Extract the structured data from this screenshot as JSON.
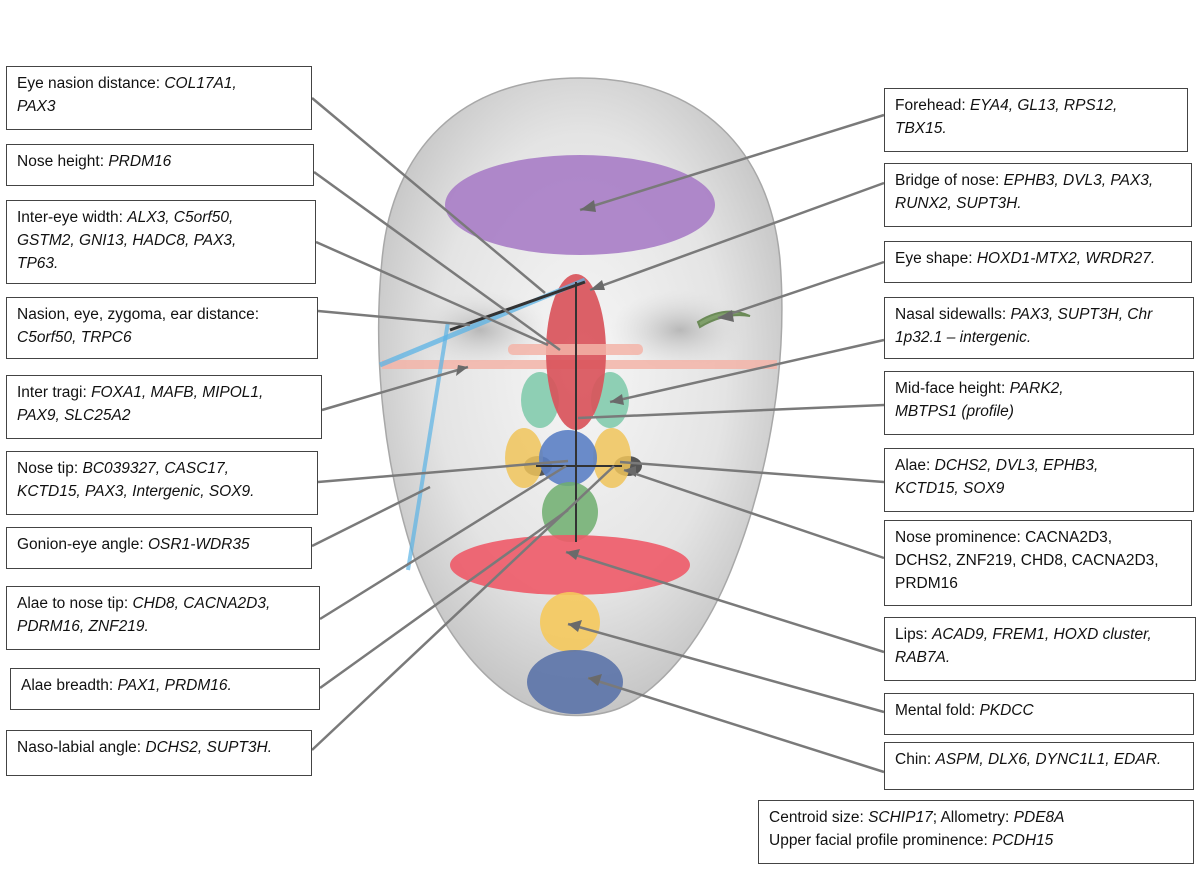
{
  "labels": {
    "eye_nasion": {
      "name": "Eye nasion distance: ",
      "genes": "COL17A1,",
      "genes2": "PAX3"
    },
    "nose_height": {
      "name": "Nose height: ",
      "genes": "PRDM16"
    },
    "inter_eye": {
      "name": "Inter-eye width: ",
      "genes": "ALX3, C5orf50,",
      "genes2": "GSTM2, GNI13, HADC8, PAX3,",
      "genes3": "TP63."
    },
    "nasion_eye_zyg": {
      "name": "Nasion, eye, zygoma, ear distance:",
      "genes": "C5orf50, TRPC6"
    },
    "inter_tragi": {
      "name": "Inter tragi: ",
      "genes": "FOXA1, MAFB, MIPOL1,",
      "genes2": "PAX9, SLC25A2"
    },
    "nose_tip": {
      "name": "Nose tip: ",
      "genes": "BC039327, CASC17,",
      "genes2": "KCTD15, PAX3, Intergenic, SOX9."
    },
    "gonion_eye": {
      "name": "Gonion-eye angle: ",
      "genes": "OSR1-WDR35"
    },
    "alae_nose_tip": {
      "name": "Alae to nose tip: ",
      "genes": "CHD8, CACNA2D3,",
      "genes2": "PDRM16, ZNF219."
    },
    "alae_breadth": {
      "name": "Alae breadth: ",
      "genes": "PAX1, PRDM16."
    },
    "naso_labial": {
      "name": "Naso-labial angle: ",
      "genes": "DCHS2, SUPT3H."
    },
    "forehead": {
      "name": "Forehead: ",
      "genes": "EYA4, GL13, RPS12,",
      "genes2": "TBX15."
    },
    "bridge_nose": {
      "name": "Bridge of nose: ",
      "genes": "EPHB3, DVL3, PAX3,",
      "genes2": "RUNX2, SUPT3H."
    },
    "eye_shape": {
      "name": "Eye shape: ",
      "genes": "HOXD1-MTX2, WRDR27."
    },
    "nasal_sidewalls": {
      "name": "Nasal sidewalls: ",
      "genes": "PAX3, SUPT3H, Chr",
      "genes2": "1p32.1 – intergenic."
    },
    "mid_face": {
      "name": "Mid-face height: ",
      "genes": "PARK2,",
      "genes2": "MBTPS1 (profile)"
    },
    "alae": {
      "name": "Alae: ",
      "genes": "DCHS2, DVL3, EPHB3,",
      "genes2": "KCTD15, SOX9"
    },
    "nose_prominence": {
      "name": "Nose prominence: CACNA2D3,",
      "line2": "DCHS2, ZNF219, CHD8, CACNA2D3,",
      "line3": "PRDM16"
    },
    "lips": {
      "name": "Lips: ",
      "genes": "ACAD9, FREM1, HOXD cluster,",
      "genes2": "RAB7A."
    },
    "mental_fold": {
      "name": "Mental fold: ",
      "genes": "PKDCC"
    },
    "chin": {
      "name": "Chin: ",
      "genes": "ASPM, DLX6, DYNC1L1, EDAR."
    },
    "centroid": {
      "name1": "Centroid size: ",
      "genes1": "SCHIP17",
      "sep": "; Allometry: ",
      "genes1b": "PDE8A",
      "name2": "Upper facial profile prominence: ",
      "genes2": "PCDH15"
    }
  },
  "colors": {
    "forehead": "#a97fc7",
    "nose_bridge": "#d9545b",
    "sidewalls": "#7dc9a9",
    "alae": "#f0c45a",
    "nose_tip": "#5b7fc4",
    "lips": "#ee5a68",
    "mental_fold": "#f5c95c",
    "chin": "#5b73a8",
    "green": "#6fae6f",
    "eye_shape": "#7f9f6a",
    "leader": "#7a7a7a",
    "blue_line": "#5cb4e6",
    "salmon": "#f3b4a8"
  }
}
